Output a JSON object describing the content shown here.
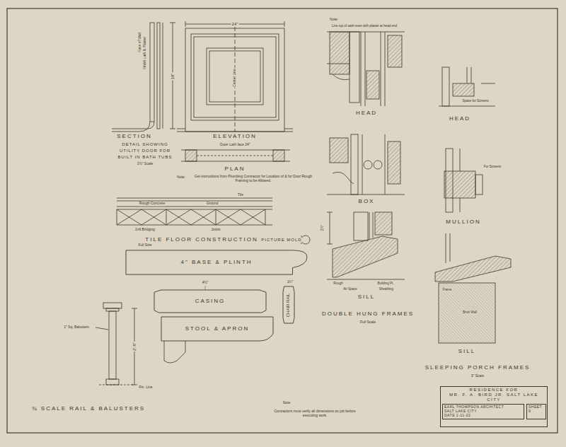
{
  "diagram": {
    "nodes": [
      {
        "text": [
          "4\" BASE & PLINTH"
        ]
      },
      {
        "text": [
          "CASING"
        ]
      },
      {
        "text": [
          "STOOL & APRON"
        ]
      },
      {
        "text": [
          "CHAIR RAIL"
        ]
      },
      {
        "text": [
          "RESIDENCE FOR",
          "MR. F. A. BIRD JR. SALT LAKE CITY"
        ]
      },
      {
        "text": [
          "EARL THOMPSON ARCHITECT",
          "SALT LAKE CITY",
          "DATE 1-11-22"
        ],
        "in": 4
      },
      {
        "text": [
          "SHEET",
          "9"
        ],
        "in": 4
      }
    ],
    "labels": [
      "SECTION",
      "ELEVATION",
      "DETAIL SHOWING",
      "UTILITY DOOR FOR",
      "BUILT IN BATH TUBS",
      "1½\" Scale",
      "PLAN",
      "Note:",
      "Get instructions from Plumbing Contractor for Location of & for Door Rough Framing to be Allowed.",
      "Face of Wall",
      "Finish Lath & Plaster",
      "24\"",
      "Center Line",
      "18\"",
      "Outer Lath face 24\"",
      "Tile",
      "Rough Concrete",
      "Ground",
      "2x6 Bridging",
      "Joists",
      "TILE FLOOR CONSTRUCTION",
      "PICTURE MOLD",
      "Full Size",
      "4½\"",
      "1¼\"",
      "1\" Sq. Balusters",
      "2'-8\"",
      "Fin. Line",
      "¾ SCALE RAIL & BALUSTERS",
      "Note",
      "Contractors must verify all dimensions on job before executing work.",
      "Note:",
      "Line top of sash even with plaster at head end",
      "HEAD",
      "BOX",
      "SILL",
      "Rough",
      "Building Pt.",
      "Air Space",
      "Sheathing",
      "2½\"",
      "DOUBLE HUNG FRAMES",
      "Full Scale",
      "Space for Screens",
      "HEAD",
      "For Screens",
      "MULLION",
      "Frame",
      "Brick Wall",
      "SILL",
      "SLEEPING PORCH FRAMES",
      "3\" Scale"
    ]
  }
}
